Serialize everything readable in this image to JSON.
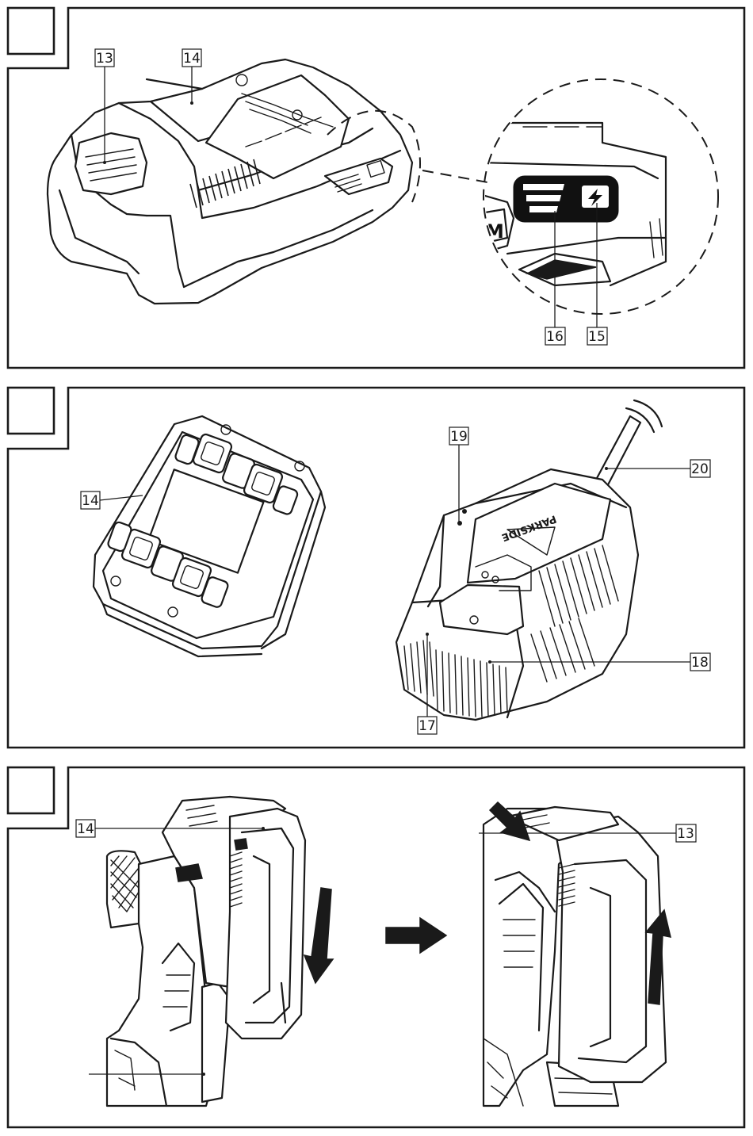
{
  "figure": {
    "panels": [
      {
        "id": "panel-1",
        "number": "",
        "callouts": [
          "13",
          "14",
          "15",
          "16"
        ]
      },
      {
        "id": "panel-2",
        "number": "",
        "callouts": [
          "14",
          "19",
          "20",
          "18",
          "17"
        ]
      },
      {
        "id": "panel-3",
        "number": "",
        "callouts": [
          "14",
          "13"
        ]
      }
    ],
    "brand_mark": "PARKSIDE",
    "zoom_label_partial": "M"
  }
}
